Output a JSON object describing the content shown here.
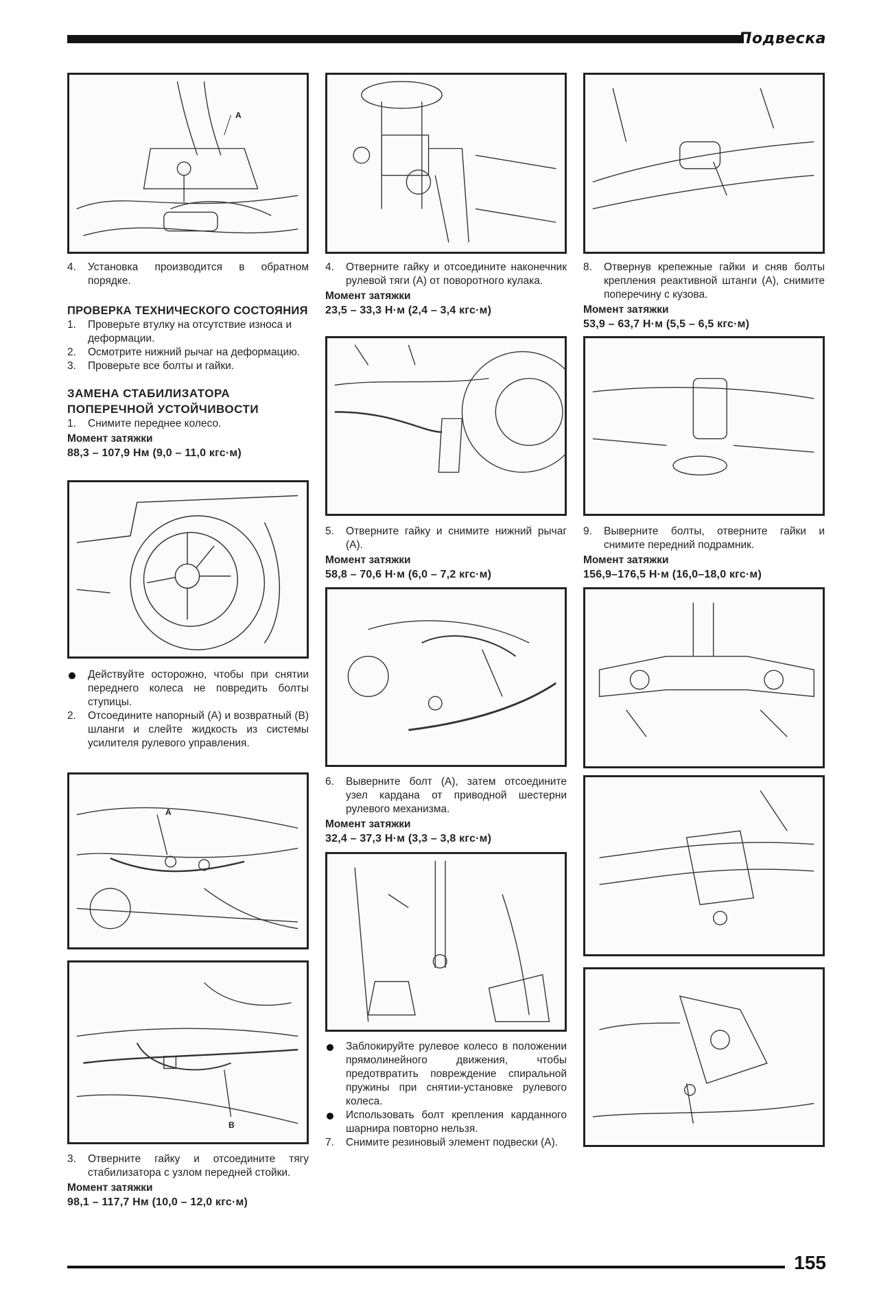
{
  "header": {
    "section": "Подвеска"
  },
  "footer": {
    "page_number": "155"
  },
  "left": {
    "step4": {
      "num": "4.",
      "text": "Установка производится в обратном порядке."
    },
    "inspection": {
      "heading": "ПРОВЕРКА ТЕХНИЧЕСКОГО СОСТОЯНИЯ",
      "items": [
        {
          "num": "1.",
          "text": "Проверьте втулку на отсутствие износа и деформации."
        },
        {
          "num": "2.",
          "text": "Осмотрите нижний рычаг на деформацию."
        },
        {
          "num": "3.",
          "text": "Проверьте все болты и гайки."
        }
      ]
    },
    "replacement": {
      "heading": "ЗАМЕНА СТАБИЛИЗАТОРА ПОПЕРЕЧНОЙ УСТОЙЧИВОСТИ",
      "step1": {
        "num": "1.",
        "text": "Снимите переднее колесо."
      },
      "torque1_label": "Момент затяжки",
      "torque1_value": "88,3 – 107,9 Нм (9,0 – 11,0 кгс·м)"
    },
    "bullet1": "Действуйте осторожно, чтобы при снятии переднего колеса не повредить болты ступицы.",
    "step2": {
      "num": "2.",
      "text": "Отсоедините напорный (А) и возвратный (В) шланги и слейте жидкость из системы усилителя рулевого управления."
    },
    "step3": {
      "num": "3.",
      "text": "Отверните гайку и отсоедините тягу стабилизатора с узлом передней стойки."
    },
    "torque3_label": "Момент затяжки",
    "torque3_value": "98,1 – 117,7 Нм (10,0 – 12,0 кгс·м)",
    "fig_labels": {
      "a": "A",
      "b": "B"
    }
  },
  "middle": {
    "step4": {
      "num": "4.",
      "text": "Отверните гайку и отсоедините наконечник рулевой тяги (А) от поворотного кулака."
    },
    "torque4_label": "Момент затяжки",
    "torque4_value": "23,5 – 33,3 Н·м (2,4 – 3,4 кгс·м)",
    "step5": {
      "num": "5.",
      "text": "Отверните гайку и снимите нижний рычаг (А)."
    },
    "torque5_label": "Момент затяжки",
    "torque5_value": "58,8 – 70,6 Н·м (6,0 – 7,2 кгс·м)",
    "step6": {
      "num": "6.",
      "text": "Выверните болт (А), затем отсоедините узел кардана от приводной шестерни рулевого механизма."
    },
    "torque6_label": "Момент затяжки",
    "torque6_value": "32,4 – 37,3 Н·м (3,3 – 3,8 кгс·м)",
    "bullet1": "Заблокируйте рулевое колесо в положении прямолинейного движения, чтобы предотвратить повреждение спиральной пружины при снятии-установке рулевого колеса.",
    "bullet2": "Использовать болт крепления карданного шарнира повторно нельзя.",
    "step7": {
      "num": "7.",
      "text": "Снимите резиновый элемент подвески (А)."
    }
  },
  "right": {
    "step8": {
      "num": "8.",
      "text": "Отвернув крепежные гайки и сняв болты крепления реактивной штанги (А), снимите поперечину с кузова."
    },
    "torque8_label": "Момент затяжки",
    "torque8_value": "53,9 – 63,7 Н·м (5,5 – 6,5 кгс·м)",
    "step9": {
      "num": "9.",
      "text": "Выверните болты, отверните гайки и снимите передний подрамник."
    },
    "torque9_label": "Момент затяжки",
    "torque9_value": "156,9–176,5 Н·м (16,0–18,0 кгс·м)"
  }
}
